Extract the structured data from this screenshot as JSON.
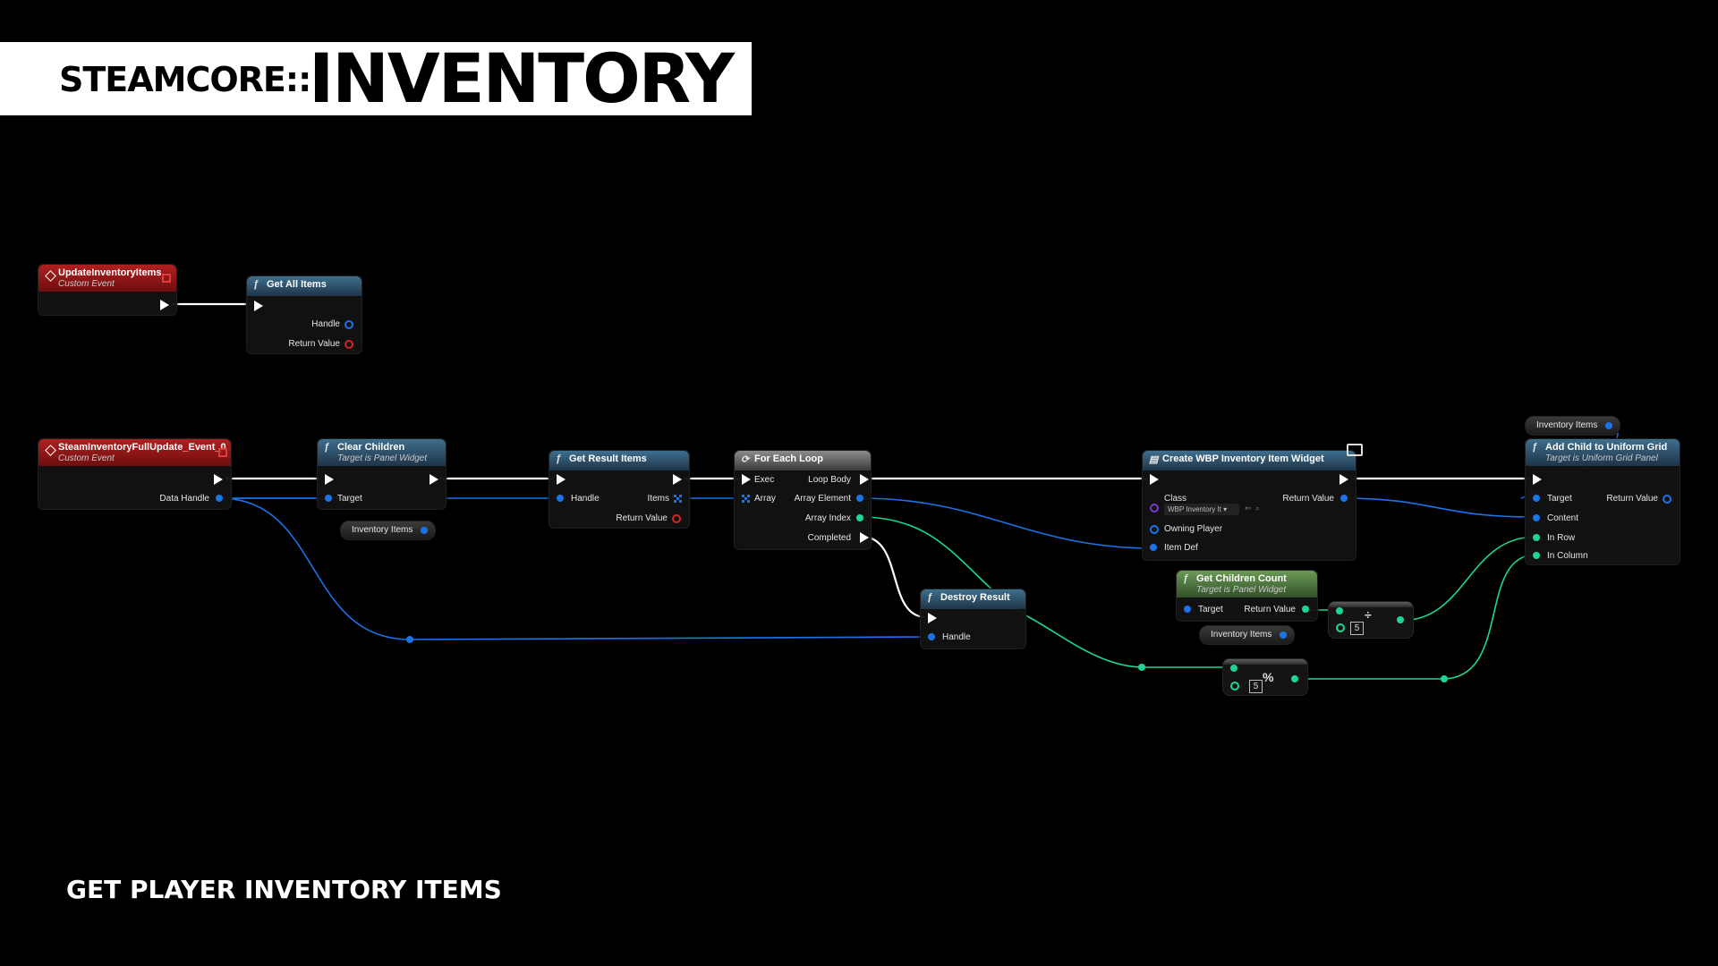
{
  "banner": {
    "prefix": "STEAMCORE::",
    "title": "INVENTORY"
  },
  "caption": "GET PLAYER INVENTORY ITEMS",
  "colors": {
    "exec": "#ffffff",
    "object": "#1a74e8",
    "integer": "#1bd697",
    "struct": "#d9241b"
  },
  "nodes": {
    "update_event": {
      "title": "UpdateInventoryItems",
      "subtitle": "Custom Event"
    },
    "get_all_items": {
      "title": "Get All Items",
      "handle": "Handle",
      "return_value": "Return Value"
    },
    "full_update_event": {
      "title": "SteamInventoryFullUpdate_Event_0",
      "subtitle": "Custom Event",
      "data_handle": "Data Handle"
    },
    "clear_children": {
      "title": "Clear Children",
      "subtitle": "Target is Panel Widget",
      "target": "Target"
    },
    "inventory_items_var_1": {
      "label": "Inventory Items"
    },
    "get_result_items": {
      "title": "Get Result Items",
      "handle": "Handle",
      "items": "Items",
      "return_value": "Return Value"
    },
    "for_each_loop": {
      "title": "For Each Loop",
      "exec": "Exec",
      "array": "Array",
      "loop_body": "Loop Body",
      "array_element": "Array Element",
      "array_index": "Array Index",
      "completed": "Completed"
    },
    "destroy_result": {
      "title": "Destroy Result",
      "handle": "Handle"
    },
    "create_widget": {
      "title": "Create WBP Inventory Item Widget",
      "class": "Class",
      "class_value": "WBP Inventory It",
      "owning_player": "Owning Player",
      "item_def": "Item Def",
      "return_value": "Return Value"
    },
    "get_children_count": {
      "title": "Get Children Count",
      "subtitle": "Target is Panel Widget",
      "target": "Target",
      "return_value": "Return Value"
    },
    "inventory_items_var_2": {
      "label": "Inventory Items"
    },
    "inventory_items_var_3": {
      "label": "Inventory Items"
    },
    "divide": {
      "operator": "÷",
      "value": "5"
    },
    "modulo": {
      "operator": "%",
      "value": "5"
    },
    "add_child": {
      "title": "Add Child to Uniform Grid",
      "subtitle": "Target is Uniform Grid Panel",
      "target": "Target",
      "content": "Content",
      "in_row": "In Row",
      "in_column": "In Column",
      "return_value": "Return Value"
    }
  }
}
